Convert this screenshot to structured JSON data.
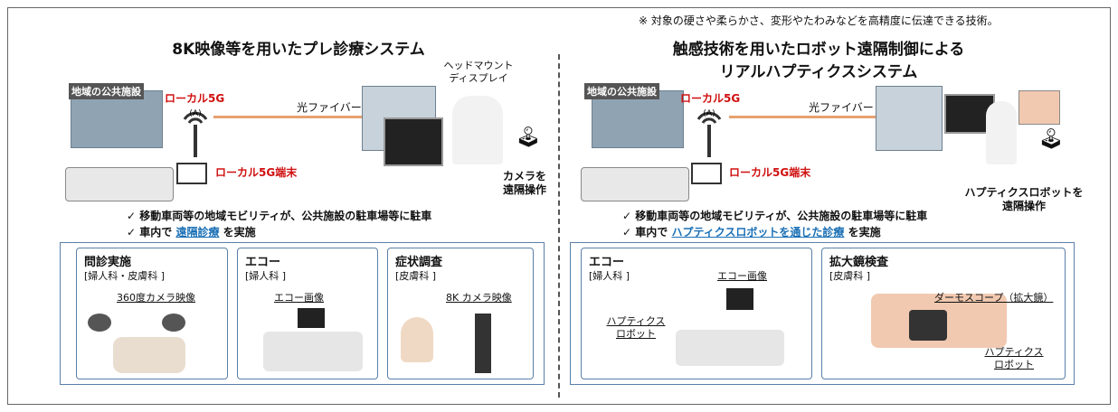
{
  "note": "※ 対象の硬さや柔らかさ、変形やたわみなどを高精度に伝達できる技術。",
  "left": {
    "title": "8K映像等を用いたプレ診療システム",
    "facility_label": "地域の公共施設",
    "local5g": "ローカル5G",
    "fiber": "光ファイバー",
    "terminal": "ローカル5G端末",
    "hmd_line1": "ヘッドマウント",
    "hmd_line2": "ディスプレイ",
    "camera_line1": "カメラを",
    "camera_line2": "遠隔操作",
    "bullet1": "移動車両等の地域モビリティが、公共施設の駐車場等に駐車",
    "bullet2_pre": "車内で",
    "bullet2_hl": "遠隔診療",
    "bullet2_post": "を実施",
    "panels": [
      {
        "title": "問診実施",
        "dept": "[婦人科・皮膚科 ]",
        "caption": "360度カメラ映像"
      },
      {
        "title": "エコー",
        "dept": "[婦人科 ]",
        "caption": "エコー画像"
      },
      {
        "title": "症状調査",
        "dept": "[皮膚科 ]",
        "caption": "8K カメラ映像"
      }
    ]
  },
  "right": {
    "title_line1": "触感技術を用いたロボット遠隔制御による",
    "title_line2": "リアルハプティクスシステム",
    "facility_label": "地域の公共施設",
    "local5g": "ローカル5G",
    "fiber": "光ファイバー",
    "terminal": "ローカル5G端末",
    "robot_line1": "ハプティクスロボットを",
    "robot_line2": "遠隔操作",
    "bullet1": "移動車両等の地域モビリティが、公共施設の駐車場等に駐車",
    "bullet2_pre": "車内で",
    "bullet2_hl": "ハプティクスロボットを通じた診療",
    "bullet2_post": "を実施",
    "panels": [
      {
        "title": "エコー",
        "dept": "[婦人科 ]",
        "caption": "エコー画像",
        "robot_line1": "ハプティクス",
        "robot_line2": "ロボット"
      },
      {
        "title": "拡大鏡検査",
        "dept": "[皮膚科 ]",
        "caption": "ダーモスコープ（拡大鏡）",
        "robot_line1": "ハプティクス",
        "robot_line2": "ロボット"
      }
    ]
  },
  "checkmark": "✓"
}
